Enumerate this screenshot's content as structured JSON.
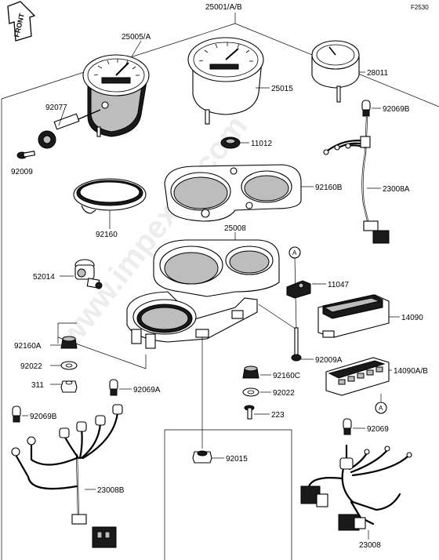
{
  "figure": {
    "ref_code": "F2530",
    "watermark": "www.impex-jp.com",
    "front_badge": "FRONT"
  },
  "labels": {
    "assy": "25001/A/B",
    "tacho": "25005/A",
    "speedo": "25015",
    "temp_gauge": "28011",
    "drive_gear": "92077",
    "screw_left": "92009",
    "bulb_top": "92069B",
    "grommet_top": "11012",
    "cover_damper": "92160B",
    "harness_top": "23008A",
    "ring": "92160",
    "case": "25008",
    "gear_housing": "52014",
    "bracket": "11047",
    "indicator_cover": "14090",
    "damper_a": "92160A",
    "washer_left": "92022",
    "nut_311": "311",
    "bulb_a": "92069A",
    "bulb_b_left": "92069B",
    "harness_b": "23008B",
    "screw_a": "92009A",
    "damper_c": "92160C",
    "washer_right": "92022",
    "screw_223": "223",
    "nut_92015": "92015",
    "indicator_base": "14090A/B",
    "bulb_right": "92069",
    "harness_right": "23008",
    "callout_top": "A",
    "callout_bottom": "A"
  }
}
